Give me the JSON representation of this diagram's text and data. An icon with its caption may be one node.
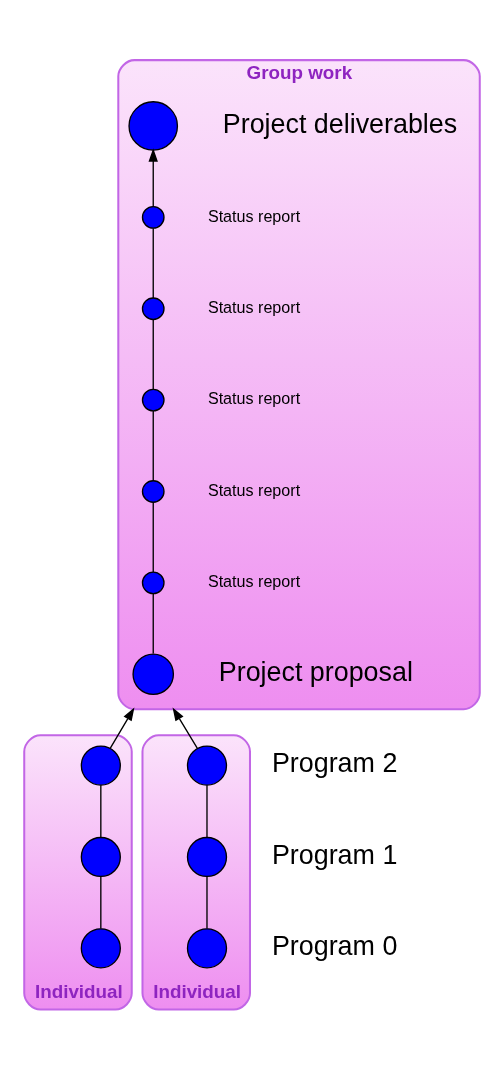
{
  "diagram": {
    "nodes": [
      {
        "text": [
          "Group work"
        ]
      },
      {
        "text": [],
        "shape": "circle",
        "in": 0,
        "beside": [
          "Project deliverables"
        ]
      },
      {
        "text": [],
        "shape": "circle",
        "in": 0,
        "beside": [
          "Status report"
        ]
      },
      {
        "text": [],
        "shape": "circle",
        "in": 0,
        "beside": [
          "Status report"
        ]
      },
      {
        "text": [],
        "shape": "circle",
        "in": 0,
        "beside": [
          "Status report"
        ]
      },
      {
        "text": [],
        "shape": "circle",
        "in": 0,
        "beside": [
          "Status report"
        ]
      },
      {
        "text": [],
        "shape": "circle",
        "in": 0,
        "beside": [
          "Status report"
        ]
      },
      {
        "text": [],
        "shape": "circle",
        "in": 0,
        "beside": [
          "Project proposal"
        ]
      },
      {
        "text": [
          "Individual"
        ]
      },
      {
        "text": [],
        "shape": "circle",
        "in": 8
      },
      {
        "text": [],
        "shape": "circle",
        "in": 8
      },
      {
        "text": [],
        "shape": "circle",
        "in": 8
      },
      {
        "text": [
          "Individual"
        ]
      },
      {
        "text": [],
        "shape": "circle",
        "in": 12
      },
      {
        "text": [],
        "shape": "circle",
        "in": 12
      },
      {
        "text": [],
        "shape": "circle",
        "in": 12
      }
    ],
    "edges": [
      {
        "from": 7,
        "to": 6,
        "arrow": "none"
      },
      {
        "from": 6,
        "to": 5,
        "arrow": "none"
      },
      {
        "from": 5,
        "to": 4,
        "arrow": "none"
      },
      {
        "from": 4,
        "to": 3,
        "arrow": "none"
      },
      {
        "from": 3,
        "to": 2,
        "arrow": "none"
      },
      {
        "from": 2,
        "to": 1,
        "arrow": "to"
      },
      {
        "from": 11,
        "to": 10,
        "arrow": "none"
      },
      {
        "from": 10,
        "to": 9,
        "arrow": "none"
      },
      {
        "from": 9,
        "to": 0,
        "arrow": "to"
      },
      {
        "from": 15,
        "to": 14,
        "arrow": "none"
      },
      {
        "from": 14,
        "to": 13,
        "arrow": "none"
      },
      {
        "from": 13,
        "to": 0,
        "arrow": "to"
      }
    ],
    "labels": [
      "Program 2",
      "Program 1",
      "Program 0"
    ]
  }
}
